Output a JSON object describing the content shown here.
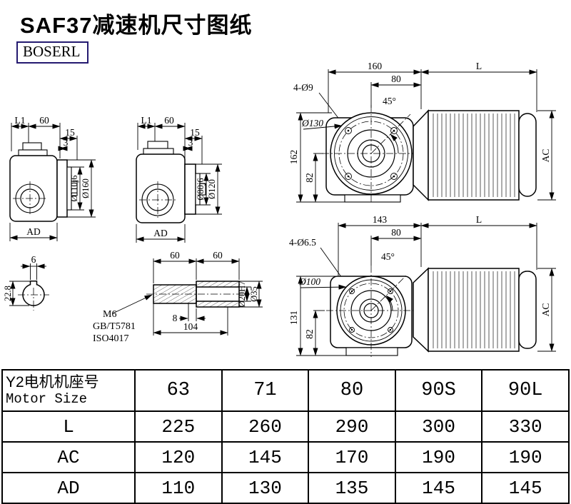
{
  "title": "SAF37减速机尺寸图纸",
  "logo": "BOSERL",
  "drawing_a": {
    "l1": "L1",
    "d60": "60",
    "d15": "15",
    "d3": "3",
    "dia_shaft": "Ø110j6",
    "dia_flange": "Ø160",
    "ad": "AD"
  },
  "drawing_b": {
    "l1": "L1",
    "d60": "60",
    "d15": "15",
    "d3": "3",
    "dia_shaft": "Ø80j6",
    "dia_flange": "Ø120",
    "ad": "AD"
  },
  "drawing_c": {
    "width": "160",
    "l": "L",
    "holes": "4-Ø9",
    "d80": "80",
    "angle": "45°",
    "dia": "Ø130",
    "height": "162",
    "h82": "82",
    "ac": "AC"
  },
  "drawing_d": {
    "width": "143",
    "l": "L",
    "holes": "4-Ø6.5",
    "d80": "80",
    "angle": "45°",
    "dia": "Ø100",
    "height": "131",
    "h82": "82",
    "ac": "AC"
  },
  "drawing_e": {
    "key_width": "6",
    "key_height": "22.8"
  },
  "drawing_f": {
    "d60a": "60",
    "d60b": "60",
    "thread": "M6",
    "std1": "GB/T5781",
    "std2": "ISO4017",
    "d8": "8",
    "d104": "104",
    "dia_bore": "Ø20H7",
    "dia_outer": "Ø35"
  },
  "table": {
    "motor_label_cn": "Y2电机机座号",
    "motor_label_en": "Motor Size",
    "columns": [
      "63",
      "71",
      "80",
      "90S",
      "90L"
    ],
    "rows": [
      {
        "label": "L",
        "values": [
          "225",
          "260",
          "290",
          "300",
          "330"
        ]
      },
      {
        "label": "AC",
        "values": [
          "120",
          "145",
          "170",
          "190",
          "190"
        ]
      },
      {
        "label": "AD",
        "values": [
          "110",
          "130",
          "135",
          "145",
          "145"
        ]
      }
    ]
  }
}
